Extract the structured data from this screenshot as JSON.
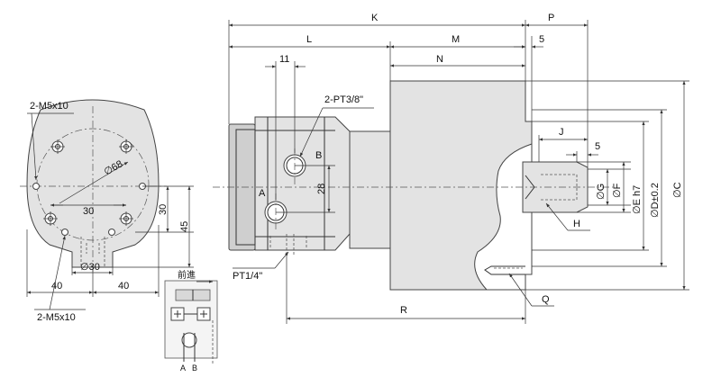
{
  "side_view": {
    "dim_K": "K",
    "dim_P": "P",
    "dim_L": "L",
    "dim_M": "M",
    "dim_N": "N",
    "dim_5_top": "5",
    "dim_11": "11",
    "port_label": "2-PT3/8\"",
    "port_A": "A",
    "port_B": "B",
    "dim_28": "28",
    "dim_J": "J",
    "dim_5_shaft": "5",
    "dim_G": "∅G",
    "dim_F": "∅F",
    "dim_E": "∅E h7",
    "dim_D": "∅D±0.2",
    "dim_C": "∅C",
    "drain_label": "PT1/4\"",
    "dim_H": "H",
    "dim_R": "R",
    "dim_Q": "Q"
  },
  "front_view": {
    "top_holes": "2-M5x10",
    "bottom_holes": "2-M5x10",
    "dim_68": "∅68",
    "dim_30_h": "30",
    "dim_30_v": "30",
    "dim_45": "45",
    "dim_30_dia": "∅30",
    "dim_40_left": "40",
    "dim_40_right": "40"
  },
  "symbol": {
    "direction_label": "前進",
    "port_A": "A",
    "port_B": "B"
  }
}
